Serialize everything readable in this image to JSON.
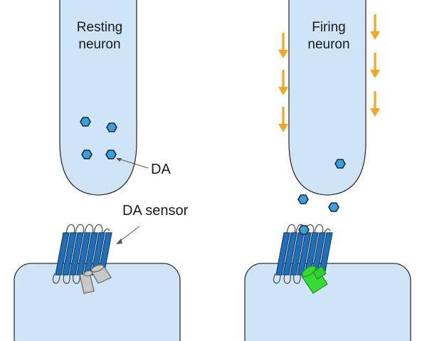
{
  "left_panel": {
    "neuron_label_line1": "Resting",
    "neuron_label_line2": "neuron"
  },
  "right_panel": {
    "neuron_label_line1": "Firing",
    "neuron_label_line2": "neuron"
  },
  "annotations": {
    "da_label": "DA",
    "sensor_label": "DA sensor"
  },
  "colors": {
    "cell_fill": "#cfe4f4",
    "cell_stroke": "#333333",
    "dopamine_fill": "#3a9fdc",
    "arrow_orange": "#f5a623",
    "receptor_blue": "#1f6fb8",
    "sensor_inactive": "#c8c8c8",
    "sensor_active": "#33dd33"
  }
}
